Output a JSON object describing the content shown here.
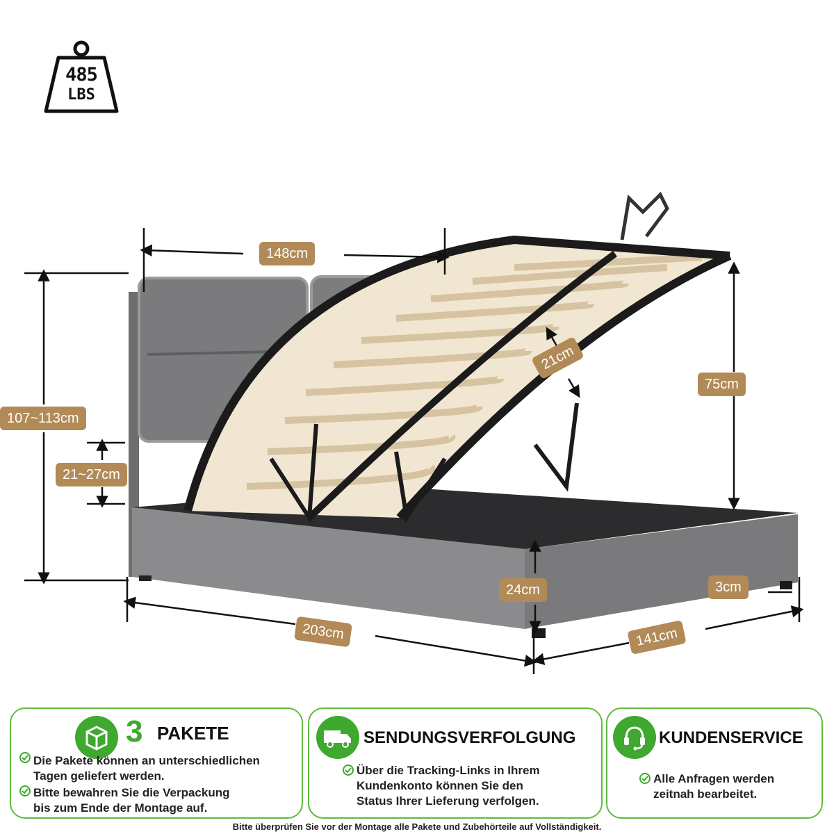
{
  "weight_badge": {
    "value": "485",
    "unit": "LBS",
    "icon": "weight-icon"
  },
  "dimensions": {
    "headboard_width": "148cm",
    "total_height": "107~113cm",
    "headboard_adjust": "21~27cm",
    "lift_gap": "21cm",
    "lift_height": "75cm",
    "side_height": "24cm",
    "leg_height": "3cm",
    "length": "203cm",
    "width": "141cm"
  },
  "cards": {
    "packages": {
      "icon": "box-icon",
      "number": "3",
      "title": "PAKETE",
      "bullets": [
        [
          "Die Pakete können an unterschiedlichen",
          "Tagen geliefert werden."
        ],
        [
          "Bitte bewahren Sie die Verpackung",
          "bis zum Ende der Montage auf."
        ]
      ]
    },
    "tracking": {
      "icon": "delivery-truck-icon",
      "title": "SENDUNGSVERFOLGUNG",
      "bullets": [
        [
          "Über die Tracking-Links in Ihrem",
          "Kundenkonto können Sie den",
          "Status Ihrer Lieferung verfolgen."
        ]
      ]
    },
    "service": {
      "icon": "headset-icon",
      "title": "KUNDENSERVICE",
      "bullets": [
        [
          "Alle Anfragen werden",
          "zeitnah bearbeitet."
        ]
      ]
    }
  },
  "footer_note": "Bitte überprüfen Sie vor der Montage alle Pakete und Zubehörteile auf Vollständigkeit.",
  "colors": {
    "accent_green": "#3fa82e",
    "card_border": "#5fba3f",
    "label_tan": "#b28a57",
    "fabric_gray": "#8a8a8c",
    "frame_black": "#1b1b1b",
    "slat_wood": "#e9dcc4"
  }
}
